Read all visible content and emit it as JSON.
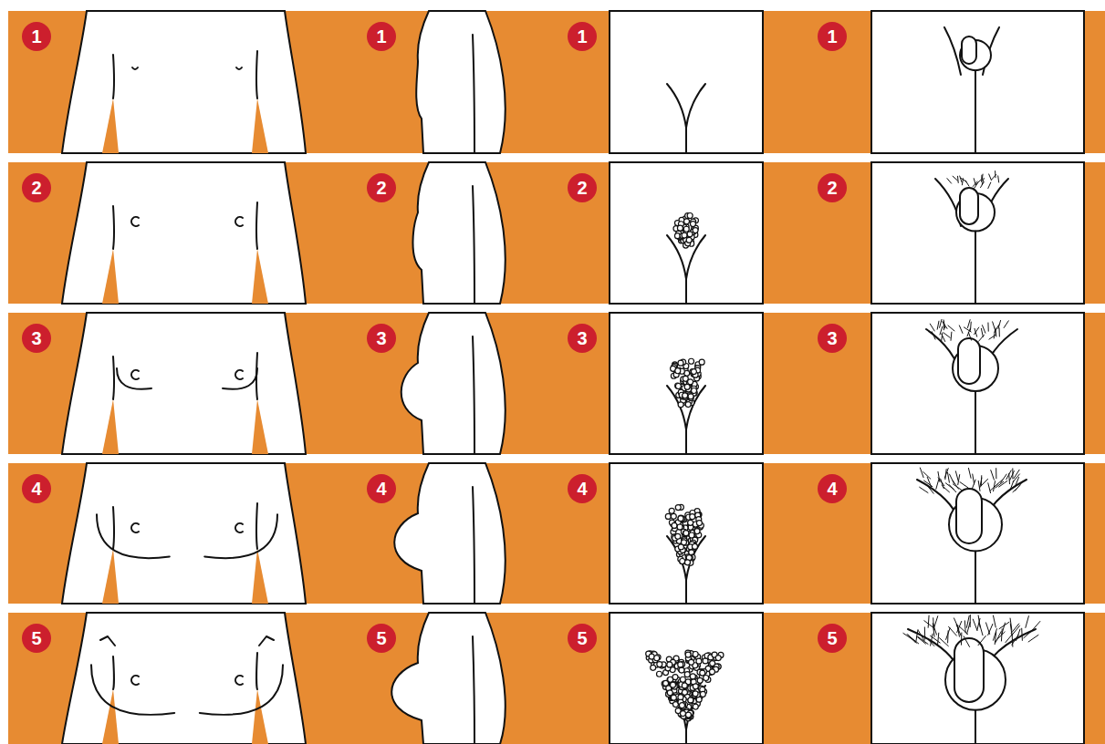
{
  "diagram": {
    "nodes": [
      {
        "text": [
          "1"
        ]
      },
      {
        "text": [
          "1"
        ]
      },
      {
        "text": [
          "1"
        ]
      },
      {
        "text": [
          "1"
        ]
      },
      {
        "text": [
          "2"
        ]
      },
      {
        "text": [
          "2"
        ]
      },
      {
        "text": [
          "2"
        ]
      },
      {
        "text": [
          "2"
        ]
      },
      {
        "text": [
          "3"
        ]
      },
      {
        "text": [
          "3"
        ]
      },
      {
        "text": [
          "3"
        ]
      },
      {
        "text": [
          "3"
        ]
      },
      {
        "text": [
          "4"
        ]
      },
      {
        "text": [
          "4"
        ]
      },
      {
        "text": [
          "4"
        ]
      },
      {
        "text": [
          "4"
        ]
      },
      {
        "text": [
          "5"
        ]
      },
      {
        "text": [
          "5"
        ]
      },
      {
        "text": [
          "5"
        ]
      },
      {
        "text": [
          "5"
        ]
      }
    ]
  }
}
